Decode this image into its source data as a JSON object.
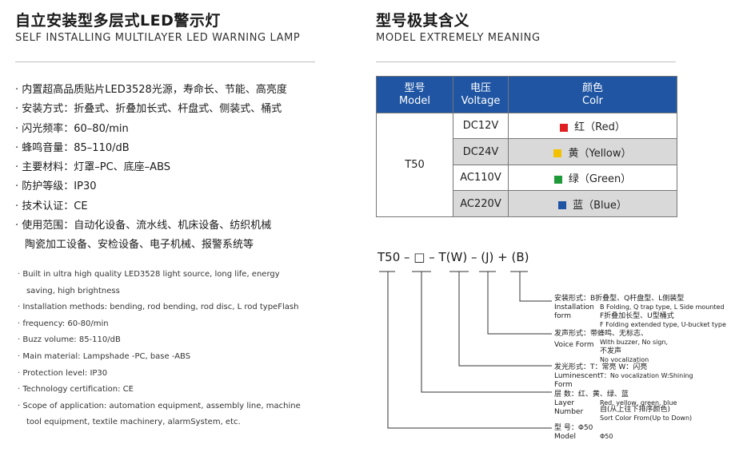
{
  "left": {
    "title_cn": "自立安装型多层式LED警示灯",
    "title_en": "SELF INSTALLING MULTILAYER LED WARNING LAMP",
    "features_cn": [
      "· 内置超高品质贴片LED3528光源，寿命长、节能、高亮度",
      "· 安装方式：折叠式、折叠加长式、杆盘式、侧装式、桶式",
      "· 闪光频率：60–80/min",
      "· 蜂鸣音量：85–110/dB",
      "· 主要材料：灯罩–PC、底座–ABS",
      "· 防护等级：IP30",
      "· 技术认证：CE",
      "· 使用范围：自动化设备、流水线、机床设备、纺织机械",
      "陶瓷加工设备、安检设备、电子机械、报警系统等"
    ],
    "features_en": [
      "· Built in ultra high quality LED3528 light source, long life, energy",
      "saving, high brightness",
      "· Installation methods: bending, rod bending, rod disc, L rod typeFlash",
      "· frequency: 60-80/min",
      "· Buzz volume: 85-110/dB",
      "· Main material: Lampshade -PC, base -ABS",
      "· Protection level: IP30",
      "· Technology certification: CE",
      "· Scope of application: automation equipment, assembly line, machine",
      "tool equipment, textile machinery, alarmSystem, etc."
    ]
  },
  "right": {
    "title_cn": "型号极其含义",
    "title_en": "MODEL EXTREMELY MEANING",
    "table": {
      "headers": [
        {
          "cn": "型号",
          "en": "Model"
        },
        {
          "cn": "电压",
          "en": "Voltage"
        },
        {
          "cn": "颜色",
          "en": "Colr"
        }
      ],
      "model": "T50",
      "rows": [
        {
          "voltage": "DC12V",
          "color_label": "红（Red）",
          "swatch": "#e02020"
        },
        {
          "voltage": "DC24V",
          "color_label": "黄（Yellow）",
          "swatch": "#f2c200"
        },
        {
          "voltage": "AC110V",
          "color_label": "绿（Green）",
          "swatch": "#1f9a3a"
        },
        {
          "voltage": "AC220V",
          "color_label": "蓝（Blue）",
          "swatch": "#1f55a3"
        }
      ]
    },
    "model_code": "T50 – □ – T(W) – (J) + (B)",
    "legend": {
      "install": {
        "cn": "安装形式：B折叠型、Q杆盘型、L侧装型",
        "en1": "Installation",
        "en1b": "B Folding, Q trap type, L Side mounted",
        "en2": "form",
        "cn2": "F折叠加长型、U型桶式",
        "en3": "F Folding extended type, U-bucket type"
      },
      "sound": {
        "cn": "发声形式：带蜂鸣、无标志、",
        "en1": "With buzzer,      No sign,",
        "en2": "Voice Form",
        "cn2": "不发声",
        "en3": "No vocalization"
      },
      "flash": {
        "cn": "发光形式：T：常亮  W：闪亮",
        "en1": "Luminescent",
        "en1b": "T：No vocalization          W:Shining",
        "en2": "Form"
      },
      "layer": {
        "cn": "层      数：红、黄、绿、蓝",
        "en1": "Layer",
        "en1b": "Red,   yellow,   green,   blue",
        "en2": "Number",
        "cn2": "自(从上往下排序颜色)",
        "en3": "Sort Color From(Up to Down)"
      },
      "model": {
        "cn": "型      号：Φ50",
        "en1": "Model",
        "en1b": "Φ50"
      }
    }
  },
  "colors": {
    "header_blue": "#1f55a3",
    "row_gray": "#d9d9d9",
    "rule_gray": "#bfbfbf"
  }
}
